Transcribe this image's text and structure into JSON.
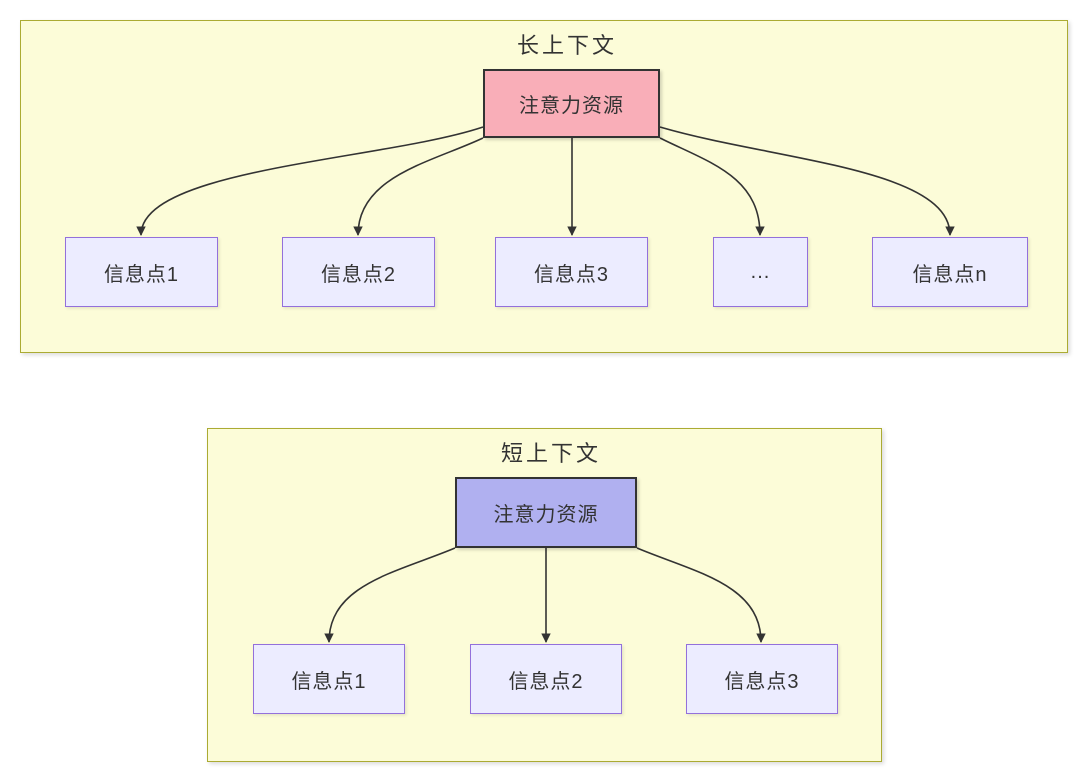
{
  "diagram": {
    "colors": {
      "cluster_fill": "#fcfcd8",
      "cluster_border": "#abab33",
      "info_fill": "#ececff",
      "info_border": "#9370db",
      "attention_border": "#333333",
      "long_attention_fill": "#f9aeb8",
      "short_attention_fill": "#b0b0f0",
      "arrow": "#333333",
      "text": "#333333"
    },
    "long_context": {
      "title": "长上下文",
      "attention_label": "注意力资源",
      "info_points": [
        "信息点1",
        "信息点2",
        "信息点3",
        "...",
        "信息点n"
      ],
      "edges": [
        {
          "from": "注意力资源",
          "to": "信息点1"
        },
        {
          "from": "注意力资源",
          "to": "信息点2"
        },
        {
          "from": "注意力资源",
          "to": "信息点3"
        },
        {
          "from": "注意力资源",
          "to": "..."
        },
        {
          "from": "注意力资源",
          "to": "信息点n"
        }
      ]
    },
    "short_context": {
      "title": "短上下文",
      "attention_label": "注意力资源",
      "info_points": [
        "信息点1",
        "信息点2",
        "信息点3"
      ],
      "edges": [
        {
          "from": "注意力资源",
          "to": "信息点1"
        },
        {
          "from": "注意力资源",
          "to": "信息点2"
        },
        {
          "from": "注意力资源",
          "to": "信息点3"
        }
      ]
    }
  }
}
